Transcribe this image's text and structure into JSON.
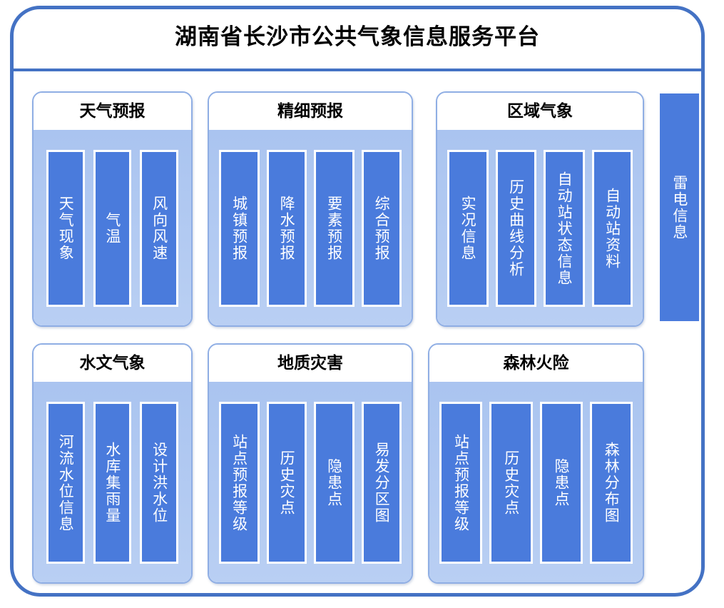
{
  "header": {
    "title": "湖南省长沙市公共气象信息服务平台"
  },
  "colors": {
    "frame_border": "#4472C4",
    "panel_border": "#8FAEE4",
    "panel_body": "#AAC4F0",
    "item_bar": "#4A7BDC",
    "item_bar_border": "#FFFFFF",
    "text_dark": "#000000",
    "text_light": "#FFFFFF"
  },
  "panels": [
    {
      "id": "weather-forecast",
      "title": "天气预报",
      "items": [
        {
          "label": "天气现象"
        },
        {
          "label": "气温"
        },
        {
          "label": "风向风速"
        }
      ]
    },
    {
      "id": "fine-forecast",
      "title": "精细预报",
      "items": [
        {
          "label": "城镇预报"
        },
        {
          "label": "降水预报"
        },
        {
          "label": "要素预报"
        },
        {
          "label": "综合预报"
        }
      ]
    },
    {
      "id": "regional-meteorology",
      "title": "区域气象",
      "items": [
        {
          "label": "实况信息"
        },
        {
          "label": "历史曲线分析"
        },
        {
          "label": "自动站状态信息"
        },
        {
          "label": "自动站资料"
        }
      ]
    },
    {
      "id": "hydrometeorology",
      "title": "水文气象",
      "items": [
        {
          "label": "河流水位信息"
        },
        {
          "label": "水库集雨量"
        },
        {
          "label": "设计洪水位"
        }
      ]
    },
    {
      "id": "geological-hazard",
      "title": "地质灾害",
      "items": [
        {
          "label": "站点预报等级"
        },
        {
          "label": "历史灾点"
        },
        {
          "label": "隐患点"
        },
        {
          "label": "易发分区图"
        }
      ]
    },
    {
      "id": "forest-fire-risk",
      "title": "森林火险",
      "items": [
        {
          "label": "站点预报等级"
        },
        {
          "label": "历史灾点"
        },
        {
          "label": "隐患点"
        },
        {
          "label": "森林分布图"
        }
      ]
    }
  ],
  "standalone": {
    "id": "lightning-info",
    "label": "雷电信息"
  }
}
